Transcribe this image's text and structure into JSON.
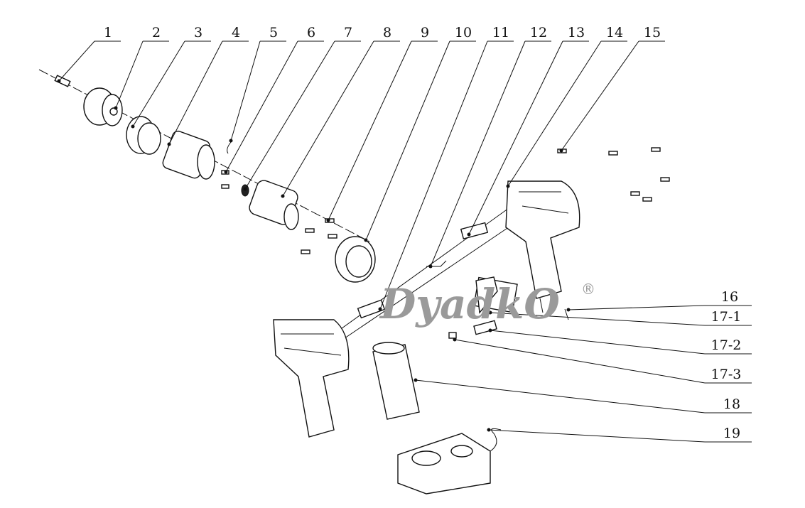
{
  "callouts_top": [
    "1",
    "2",
    "3",
    "4",
    "5",
    "6",
    "7",
    "8",
    "9",
    "10",
    "11",
    "12",
    "13",
    "14",
    "15"
  ],
  "callouts_right": [
    "16",
    "17-1",
    "17-2",
    "17-3",
    "18",
    "19"
  ],
  "watermark": {
    "text": "DyadkO",
    "registered": "®"
  }
}
